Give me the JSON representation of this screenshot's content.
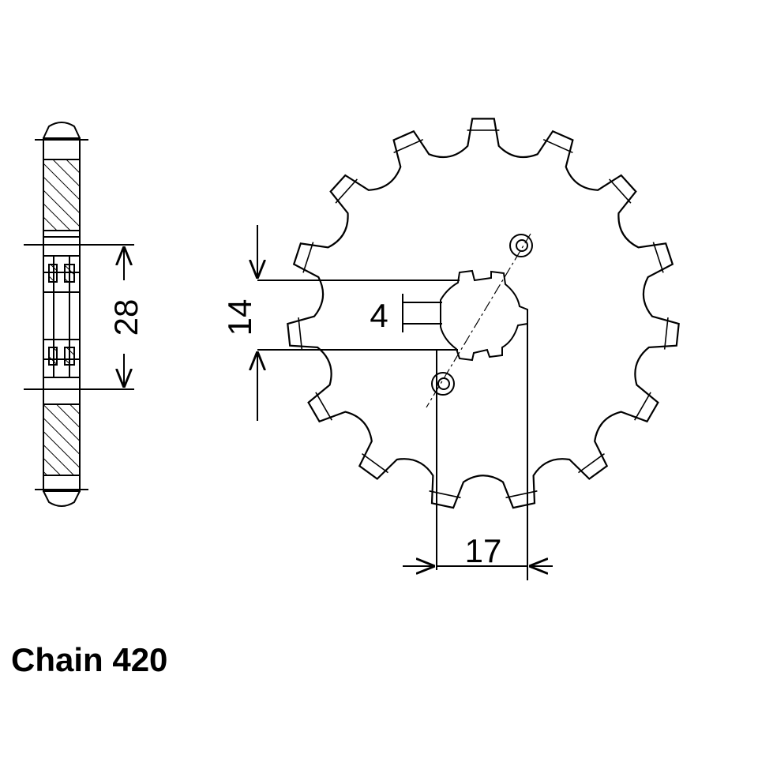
{
  "dimensions": {
    "side_thickness": "28",
    "keyway_height": "14",
    "key_width": "4",
    "bore_offset": "17"
  },
  "caption": "Chain 420",
  "sprocket": {
    "teeth": 15
  },
  "colors": {
    "ink": "#000000",
    "paper": "#ffffff"
  }
}
